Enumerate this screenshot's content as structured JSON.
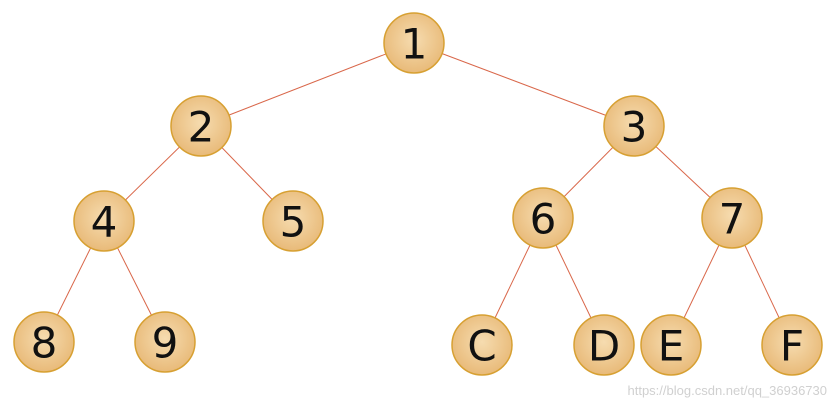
{
  "diagram": {
    "type": "binary-tree",
    "colors": {
      "node_fill_light": "#f6dcb0",
      "node_fill_dark": "#e7b774",
      "node_stroke": "#d7a032",
      "edge": "#d9674a",
      "label": "#111111"
    },
    "nodes": [
      {
        "id": "n1",
        "label": "1",
        "depth": 0
      },
      {
        "id": "n2",
        "label": "2",
        "depth": 1
      },
      {
        "id": "n3",
        "label": "3",
        "depth": 1
      },
      {
        "id": "n4",
        "label": "4",
        "depth": 2
      },
      {
        "id": "n5",
        "label": "5",
        "depth": 2
      },
      {
        "id": "n6",
        "label": "6",
        "depth": 2
      },
      {
        "id": "n7",
        "label": "7",
        "depth": 2
      },
      {
        "id": "n8",
        "label": "8",
        "depth": 3
      },
      {
        "id": "n9",
        "label": "9",
        "depth": 3
      },
      {
        "id": "nC",
        "label": "C",
        "depth": 3
      },
      {
        "id": "nD",
        "label": "D",
        "depth": 3
      },
      {
        "id": "nE",
        "label": "E",
        "depth": 3
      },
      {
        "id": "nF",
        "label": "F",
        "depth": 3
      }
    ],
    "edges": [
      {
        "from": "n1",
        "to": "n2"
      },
      {
        "from": "n1",
        "to": "n3"
      },
      {
        "from": "n2",
        "to": "n4"
      },
      {
        "from": "n2",
        "to": "n5"
      },
      {
        "from": "n3",
        "to": "n6"
      },
      {
        "from": "n3",
        "to": "n7"
      },
      {
        "from": "n4",
        "to": "n8"
      },
      {
        "from": "n4",
        "to": "n9"
      },
      {
        "from": "n6",
        "to": "nC"
      },
      {
        "from": "n6",
        "to": "nD"
      },
      {
        "from": "n7",
        "to": "nE"
      },
      {
        "from": "n7",
        "to": "nF"
      }
    ]
  },
  "watermark": "https://blog.csdn.net/qq_36936730"
}
